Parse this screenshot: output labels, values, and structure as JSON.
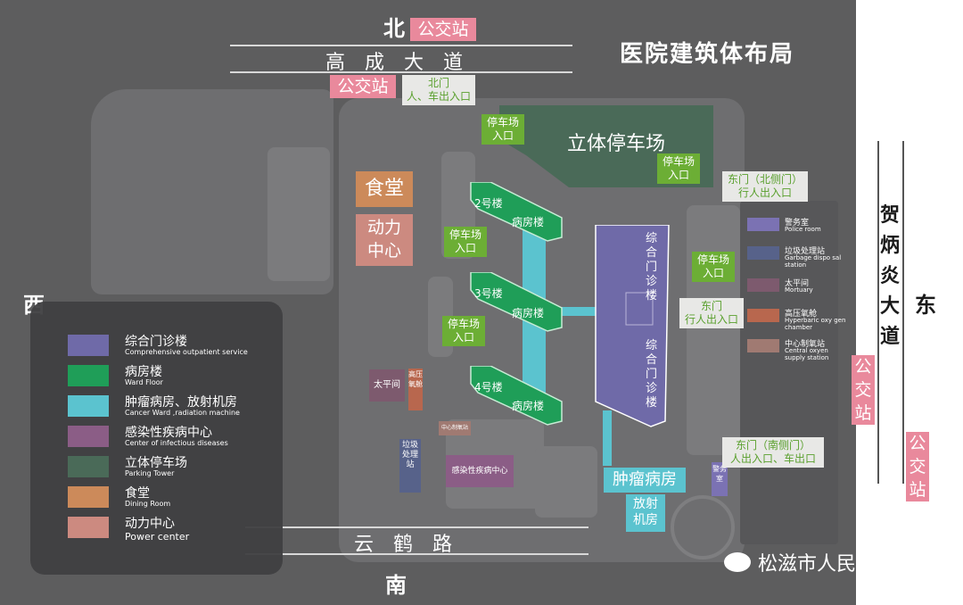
{
  "title": "医院建筑体布局",
  "compass": {
    "north": "北",
    "south": "南",
    "west": "西",
    "east": "东"
  },
  "roads": {
    "north": "高成大道",
    "south": "云鹤路",
    "east": "贺炳炎大道"
  },
  "bus_stop": "公交站",
  "north_gate": {
    "line1": "北门",
    "line2": "人、车出入口"
  },
  "parking_entrance": {
    "line1": "停车场",
    "line2": "入口"
  },
  "east_gate_north": {
    "line1": "东门（北侧门）",
    "line2": "行人出入口"
  },
  "east_gate": {
    "line1": "东门",
    "line2": "行人出入口"
  },
  "east_gate_south": {
    "line1": "东门（南侧门）",
    "line2": "人出入口、车出口"
  },
  "buildings": {
    "parking_tower": "立体停车场",
    "canteen": "食堂",
    "power_center": {
      "line1": "动力",
      "line2": "中心"
    },
    "ward2": {
      "number": "2号楼",
      "name": "病房楼"
    },
    "ward3": {
      "number": "3号楼",
      "name": "病房楼"
    },
    "ward4": {
      "number": "4号楼",
      "name": "病房楼"
    },
    "outpatient": "综合门诊楼",
    "mortuary": "太平间",
    "hyperbaric": "高压氧舱",
    "oxygen_station": "中心制氧站",
    "garbage": "垃圾处理站",
    "infectious": "感染性疾病中心",
    "tumor": "肿瘤病房",
    "radiation": {
      "line1": "放射",
      "line2": "机房"
    },
    "police": "警务室"
  },
  "legend": [
    {
      "cn": "综合门诊楼",
      "en": "Comprehensive outpatient service",
      "color": "#6f6aa8"
    },
    {
      "cn": "病房楼",
      "en": "Ward Floor",
      "color": "#1f9e58"
    },
    {
      "cn": "肿瘤病房、放射机房",
      "en": "Cancer Ward ,radiation machine",
      "color": "#5bc3cf"
    },
    {
      "cn": "感染性疾病中心",
      "en": "Center of infectious diseases",
      "color": "#8b5d86"
    },
    {
      "cn": "立体停车场",
      "en": "Parking Tower",
      "color": "#4a6a58"
    },
    {
      "cn": "食堂",
      "en": "Dining Room",
      "color": "#cc8a5a"
    },
    {
      "cn": "动力中心",
      "en": "Power center",
      "color": "#cc8a80"
    }
  ],
  "side_legend": [
    {
      "cn": "警务室",
      "en": "Police room",
      "color": "#7b72b3"
    },
    {
      "cn": "垃圾处理站",
      "en": "Garbage dispo sal station",
      "color": "#57628a"
    },
    {
      "cn": "太平间",
      "en": "Mortuary",
      "color": "#7d5a6e"
    },
    {
      "cn": "高压氧舱",
      "en": "Hyperbaric oxy gen chamber",
      "color": "#b8674e"
    },
    {
      "cn": "中心制氧站",
      "en": "Central oxyen supply station",
      "color": "#a07a72"
    }
  ],
  "watermark": "松滋市人民医院"
}
